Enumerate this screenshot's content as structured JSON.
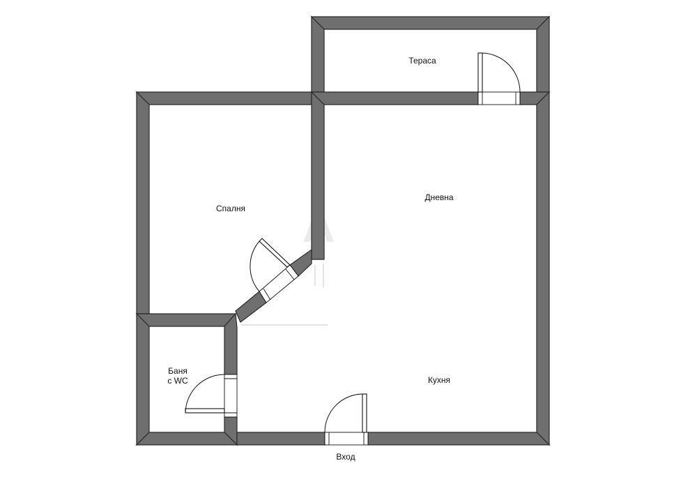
{
  "rooms": {
    "terrace": "Тераса",
    "living": "Дневна",
    "bedroom": "Спалня",
    "bath_line1": "Баня",
    "bath_line2": "с WC",
    "kitchen": "Кухня"
  },
  "entrance": "Вход",
  "watermark": "A",
  "colors": {
    "wall_fill": "#6f6f6f",
    "wall_outline": "#2a2a2a",
    "background": "#ffffff"
  }
}
